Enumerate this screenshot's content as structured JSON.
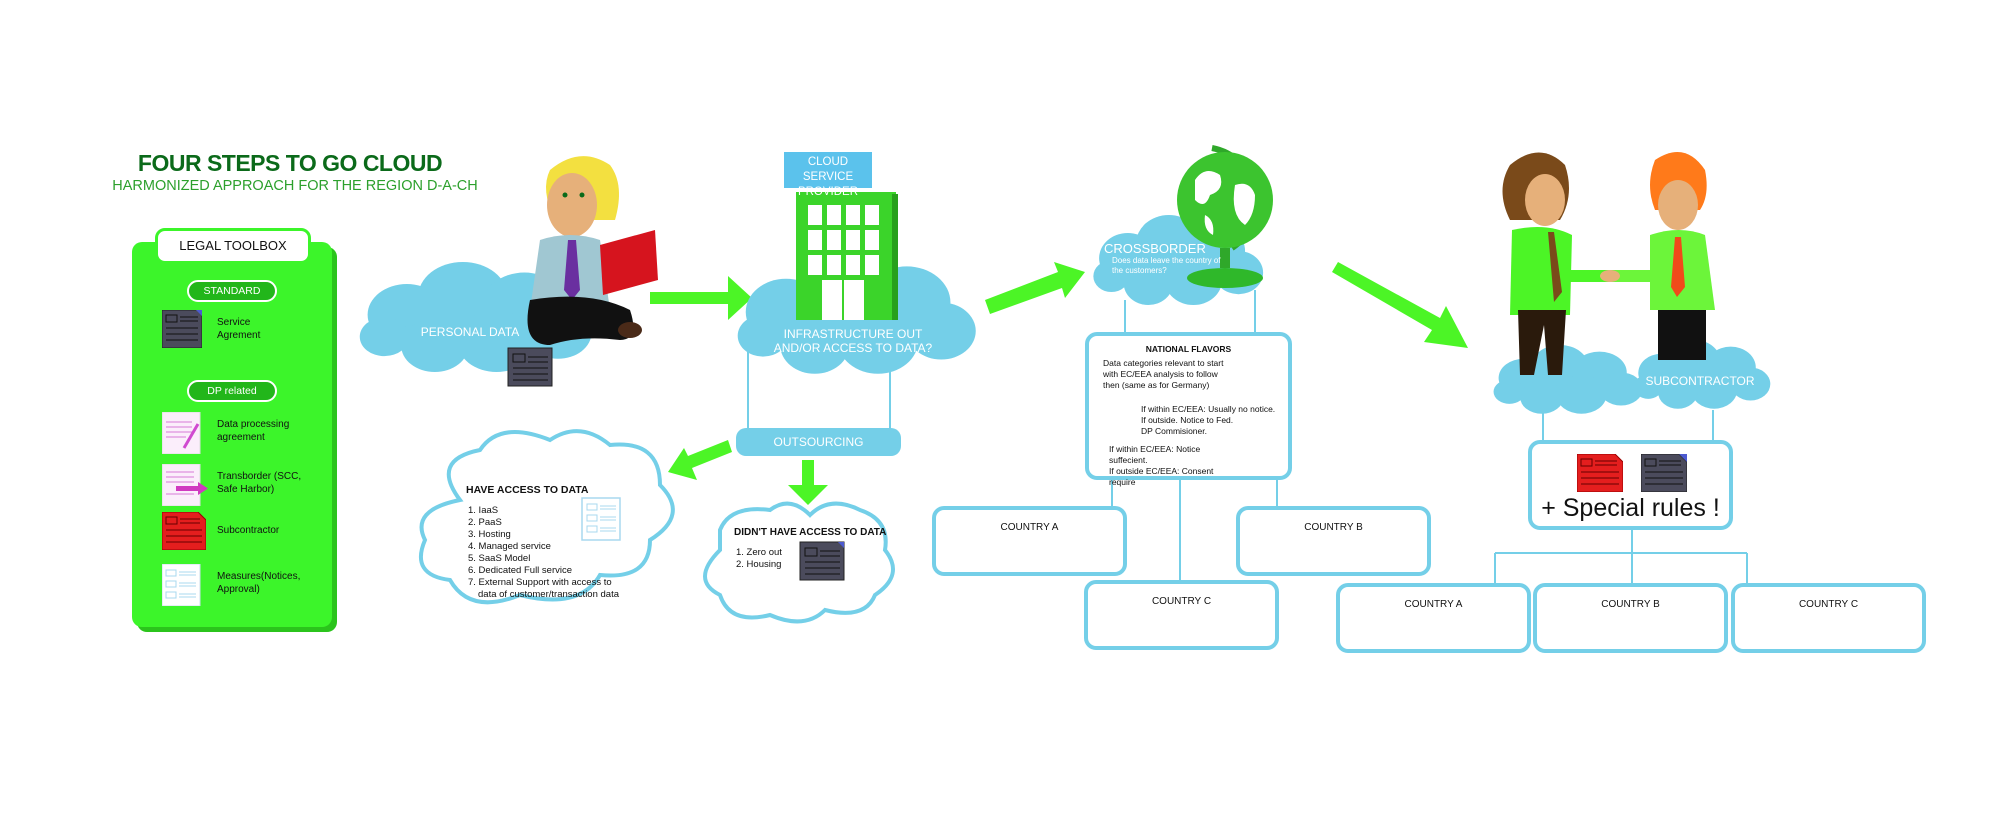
{
  "header": {
    "title": "FOUR STEPS TO GO CLOUD",
    "subtitle": "HARMONIZED APPROACH FOR THE REGION D-A-CH"
  },
  "toolbox": {
    "title": "LEGAL TOOLBOX",
    "sections": [
      {
        "label": "STANDARD",
        "items": [
          {
            "icon": "document-dark-icon",
            "label": "Service Agrement"
          }
        ]
      },
      {
        "label": "DP related",
        "items": [
          {
            "icon": "notepad-pencil-icon",
            "label": "Data processing agreement"
          },
          {
            "icon": "document-arrow-icon",
            "label": "Transborder (SCC, Safe Harbor)"
          },
          {
            "icon": "document-red-icon",
            "label": "Subcontractor"
          },
          {
            "icon": "form-icon",
            "label": "Measures(Notices, Approval)"
          }
        ]
      }
    ]
  },
  "step1": {
    "cloud_label": "PERSONAL DATA"
  },
  "step2": {
    "provider_label": "CLOUD SERVICE PROVIDER",
    "cloud_label": "INFRASTRUCTURE OUT AND/OR ACCESS TO DATA?",
    "outsourcing_label": "OUTSOURCING",
    "have_access": {
      "title": "HAVE ACCESS TO DATA",
      "items": [
        "1. IaaS",
        "2. PaaS",
        "3. Hosting",
        "4. Managed service",
        "5. SaaS Model",
        "6. Dedicated Full service",
        "7. External Support with access to",
        "data of customer/transaction data"
      ]
    },
    "no_access": {
      "title": "DIDN'T HAVE ACCESS TO DATA",
      "items": [
        "1. Zero out",
        "2. Housing"
      ]
    }
  },
  "step3": {
    "cloud_title": "CROSSBORDER",
    "cloud_question": "Does data leave the country of the customers?",
    "national_flavors": {
      "title": "NATIONAL FLAVORS",
      "austria": "Data categories relevant to start with EC/EEA analysis to follow then (same as for Germany)",
      "switzerland": [
        "If within EC/EEA: Usually no notice.",
        "If outside. Notice to Fed.",
        "DP Commisioner."
      ],
      "germany": [
        "If within EC/EEA: Notice suffecient.",
        "If outside EC/EEA: Consent require"
      ]
    },
    "countries": [
      "COUNTRY A",
      "COUNTRY B",
      "COUNTRY C"
    ]
  },
  "step4": {
    "cloud_label": "SUBCONTRACTOR",
    "special_rules": "+ Special rules !",
    "countries": [
      "COUNTRY A",
      "COUNTRY B",
      "COUNTRY C"
    ]
  },
  "colors": {
    "green": "#3cf52a",
    "dark_green": "#0b6a1a",
    "cloud_blue": "#74cfe8",
    "flag_red": "#e41e1e",
    "flag_gold": "#f5c400"
  }
}
